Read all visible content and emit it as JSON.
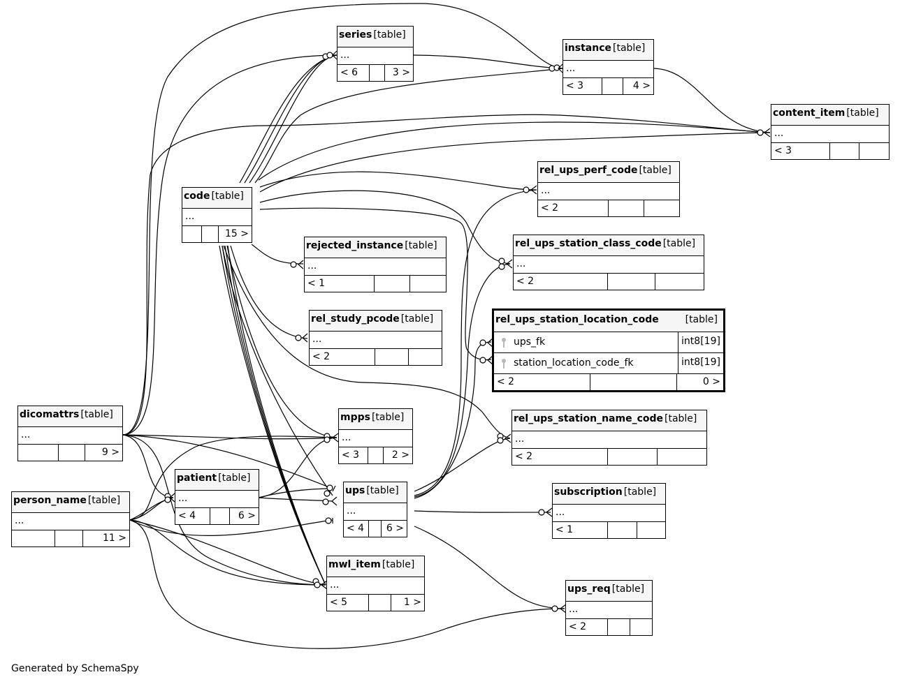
{
  "tables": [
    {
      "id": "series",
      "name": "series",
      "type": "[table]",
      "cols": [
        "..."
      ],
      "parents": "< 6",
      "children": "3 >"
    },
    {
      "id": "instance",
      "name": "instance",
      "type": "[table]",
      "cols": [
        "..."
      ],
      "parents": "< 3",
      "children": "4 >"
    },
    {
      "id": "content_item",
      "name": "content_item",
      "type": "[table]",
      "cols": [
        "..."
      ],
      "parents": "< 3",
      "children": ""
    },
    {
      "id": "rel_ups_perf_code",
      "name": "rel_ups_perf_code",
      "type": "[table]",
      "cols": [
        "..."
      ],
      "parents": "< 2",
      "children": ""
    },
    {
      "id": "code",
      "name": "code",
      "type": "[table]",
      "cols": [
        "..."
      ],
      "parents": "",
      "children": "15 >"
    },
    {
      "id": "rejected_instance",
      "name": "rejected_instance",
      "type": "[table]",
      "cols": [
        "..."
      ],
      "parents": "< 1",
      "children": ""
    },
    {
      "id": "rel_ups_station_class_code",
      "name": "rel_ups_station_class_code",
      "type": "[table]",
      "cols": [
        "..."
      ],
      "parents": "< 2",
      "children": ""
    },
    {
      "id": "rel_study_pcode",
      "name": "rel_study_pcode",
      "type": "[table]",
      "cols": [
        "..."
      ],
      "parents": "< 2",
      "children": ""
    },
    {
      "id": "rel_ups_station_location_code",
      "name": "rel_ups_station_location_code",
      "type": "[table]",
      "columns": [
        {
          "name": "ups_fk",
          "type": "int8[19]"
        },
        {
          "name": "station_location_code_fk",
          "type": "int8[19]"
        }
      ],
      "parents": "< 2",
      "children": "0 >"
    },
    {
      "id": "dicomattrs",
      "name": "dicomattrs",
      "type": "[table]",
      "cols": [
        "..."
      ],
      "parents": "",
      "children": "9 >"
    },
    {
      "id": "mpps",
      "name": "mpps",
      "type": "[table]",
      "cols": [
        "..."
      ],
      "parents": "< 3",
      "children": "2 >"
    },
    {
      "id": "rel_ups_station_name_code",
      "name": "rel_ups_station_name_code",
      "type": "[table]",
      "cols": [
        "..."
      ],
      "parents": "< 2",
      "children": ""
    },
    {
      "id": "patient",
      "name": "patient",
      "type": "[table]",
      "cols": [
        "..."
      ],
      "parents": "< 4",
      "children": "6 >"
    },
    {
      "id": "ups",
      "name": "ups",
      "type": "[table]",
      "cols": [
        "..."
      ],
      "parents": "< 4",
      "children": "6 >"
    },
    {
      "id": "person_name",
      "name": "person_name",
      "type": "[table]",
      "cols": [
        "..."
      ],
      "parents": "",
      "children": "11 >"
    },
    {
      "id": "subscription",
      "name": "subscription",
      "type": "[table]",
      "cols": [
        "..."
      ],
      "parents": "< 1",
      "children": ""
    },
    {
      "id": "mwl_item",
      "name": "mwl_item",
      "type": "[table]",
      "cols": [
        "..."
      ],
      "parents": "< 5",
      "children": "1 >"
    },
    {
      "id": "ups_req",
      "name": "ups_req",
      "type": "[table]",
      "cols": [
        "..."
      ],
      "parents": "< 2",
      "children": ""
    }
  ],
  "footer": "Generated by SchemaSpy"
}
